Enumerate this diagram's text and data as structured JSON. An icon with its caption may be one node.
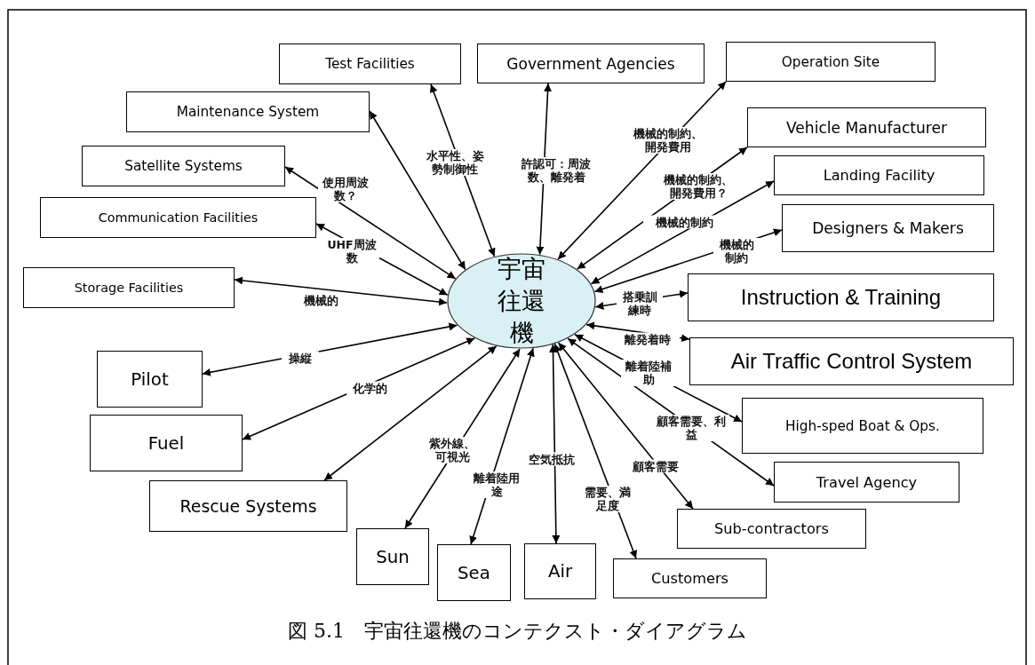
{
  "diagram": {
    "caption": "図 5.1　宇宙往還機のコンテクスト・ダイアグラム",
    "nodes": [
      {
        "text": [
          "宇宙往還機"
        ]
      },
      {
        "text": [
          "Test Facilities"
        ]
      },
      {
        "text": [
          "Government Agencies"
        ]
      },
      {
        "text": [
          "Operation Site"
        ]
      },
      {
        "text": [
          "Maintenance System"
        ]
      },
      {
        "text": [
          "Vehicle Manufacturer"
        ]
      },
      {
        "text": [
          "Satellite Systems"
        ]
      },
      {
        "text": [
          "Landing Facility"
        ]
      },
      {
        "text": [
          "Communication Facilities"
        ]
      },
      {
        "text": [
          "Designers & Makers"
        ]
      },
      {
        "text": [
          "Storage Facilities"
        ]
      },
      {
        "text": [
          "Instruction & Training"
        ]
      },
      {
        "text": [
          "Pilot"
        ]
      },
      {
        "text": [
          "Air Traffic Control System"
        ]
      },
      {
        "text": [
          "Fuel"
        ]
      },
      {
        "text": [
          "High-sped Boat & Ops."
        ]
      },
      {
        "text": [
          "Rescue Systems"
        ]
      },
      {
        "text": [
          "Travel Agency"
        ]
      },
      {
        "text": [
          "Sun"
        ]
      },
      {
        "text": [
          "Sea"
        ]
      },
      {
        "text": [
          "Sub-contractors"
        ]
      },
      {
        "text": [
          "Air"
        ]
      },
      {
        "text": [
          "Customers"
        ]
      }
    ],
    "edges": [
      {
        "from": 0,
        "to": 1,
        "arrow": "both",
        "label": "水平性、姿勢制御性"
      },
      {
        "from": 0,
        "to": 2,
        "arrow": "both",
        "label": "許認可：周波数、離発着"
      },
      {
        "from": 0,
        "to": 3,
        "arrow": "both",
        "label": "機械的制約、開発費用"
      },
      {
        "from": 0,
        "to": 4,
        "arrow": "both"
      },
      {
        "from": 0,
        "to": 5,
        "arrow": "both",
        "label": "機械的制約、開発費用？"
      },
      {
        "from": 0,
        "to": 6,
        "arrow": "both",
        "label": "使用周波数？"
      },
      {
        "from": 0,
        "to": 7,
        "arrow": "both",
        "label": "機械的制約"
      },
      {
        "from": 0,
        "to": 8,
        "arrow": "both",
        "label": "UHF周波数"
      },
      {
        "from": 0,
        "to": 9,
        "arrow": "both",
        "label": "機械的制約"
      },
      {
        "from": 0,
        "to": 10,
        "arrow": "both",
        "label": "機械的"
      },
      {
        "from": 0,
        "to": 11,
        "arrow": "both",
        "label": "搭乗訓練時"
      },
      {
        "from": 0,
        "to": 12,
        "arrow": "both",
        "label": "操縦"
      },
      {
        "from": 0,
        "to": 13,
        "arrow": "both",
        "label": "離発着時"
      },
      {
        "from": 0,
        "to": 14,
        "arrow": "both",
        "label": "化学的"
      },
      {
        "from": 0,
        "to": 15,
        "arrow": "both",
        "label": "離着陸補助"
      },
      {
        "from": 0,
        "to": 16,
        "arrow": "both"
      },
      {
        "from": 0,
        "to": 17,
        "arrow": "both",
        "label": "顧客需要、利益"
      },
      {
        "from": 0,
        "to": 18,
        "arrow": "both",
        "label": "紫外線、可視光"
      },
      {
        "from": 0,
        "to": 19,
        "arrow": "both",
        "label": "離着陸用途"
      },
      {
        "from": 0,
        "to": 20,
        "arrow": "both",
        "label": "顧客需要"
      },
      {
        "from": 0,
        "to": 21,
        "arrow": "both",
        "label": "空気抵抗"
      },
      {
        "from": 0,
        "to": 22,
        "arrow": "both",
        "label": "需要、満足度"
      }
    ]
  }
}
